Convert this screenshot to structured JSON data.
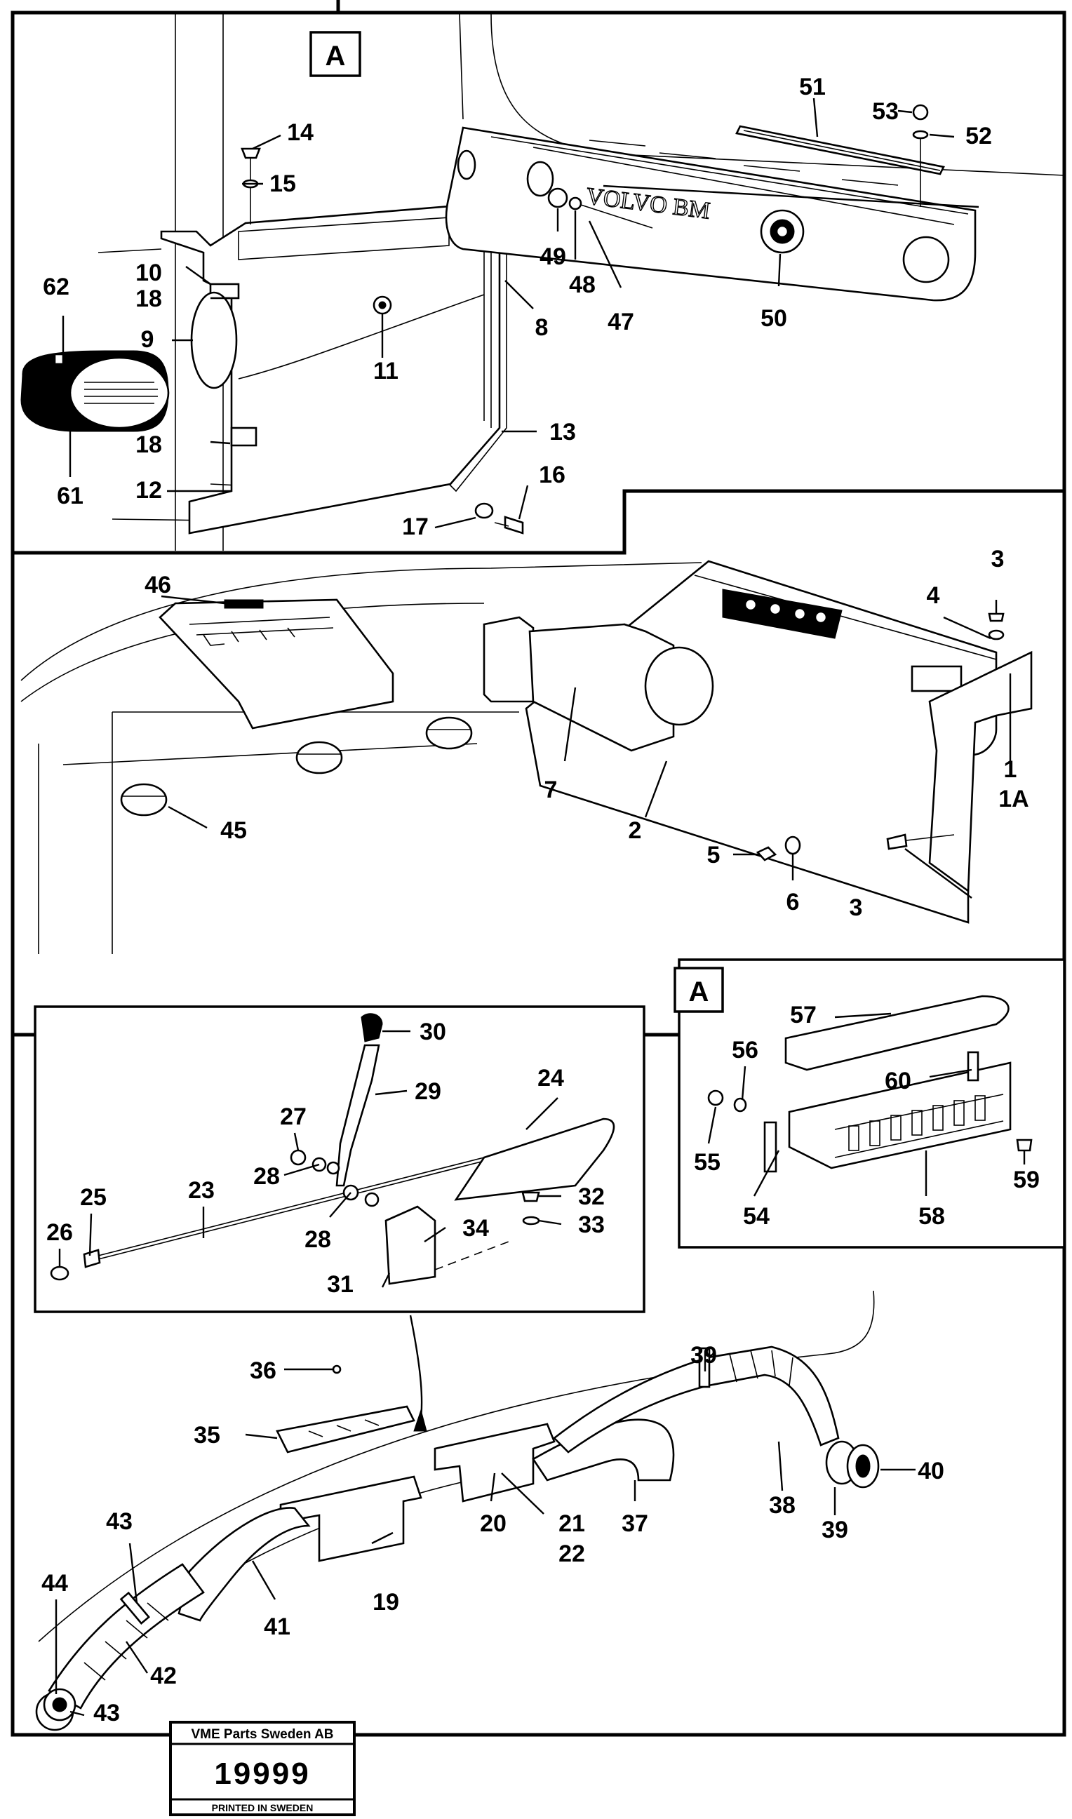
{
  "section_markers": [
    "A",
    "A"
  ],
  "labels": [
    "1",
    "1A",
    "2",
    "3",
    "3",
    "4",
    "5",
    "6",
    "7",
    "8",
    "9",
    "10",
    "11",
    "12",
    "13",
    "14",
    "15",
    "16",
    "17",
    "18",
    "18",
    "19",
    "20",
    "21",
    "22",
    "23",
    "24",
    "25",
    "26",
    "27",
    "28",
    "28",
    "29",
    "30",
    "31",
    "32",
    "33",
    "34",
    "35",
    "36",
    "37",
    "38",
    "39",
    "39",
    "40",
    "41",
    "42",
    "43",
    "43",
    "44",
    "45",
    "46",
    "47",
    "48",
    "49",
    "50",
    "51",
    "52",
    "53",
    "54",
    "55",
    "56",
    "57",
    "58",
    "59",
    "60",
    "61",
    "62"
  ],
  "stamp": {
    "company": "VME Parts Sweden AB",
    "number": "19999",
    "footer": "PRINTED IN SWEDEN"
  }
}
